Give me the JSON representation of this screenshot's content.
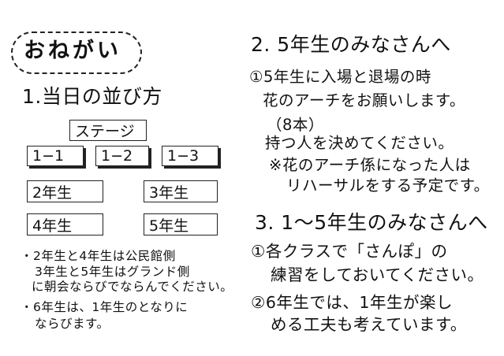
{
  "title": "おねがい",
  "section1": {
    "heading": "1.当日の並び方",
    "stage_label": "ステージ",
    "classes_row1": [
      "1−1",
      "1−2",
      "1−3"
    ],
    "grades_row2": [
      "2年生",
      "3年生"
    ],
    "grades_row3": [
      "4年生",
      "5年生"
    ],
    "notes": [
      "・2年生と4年生は公民館側",
      "3年生と5年生はグランド側",
      "に朝会ならびでならんでください。",
      "・6年生は、1年生のとなりに",
      "ならびます。"
    ]
  },
  "section2": {
    "heading": "2. 5年生のみなさんへ",
    "item_lines": [
      "①5年生に入場と退場の時",
      "花のアーチをお願いします。",
      "（8本）",
      "持つ人を決めてください。",
      "※花のアーチ係になった人は",
      "リハーサルをする予定です。"
    ]
  },
  "section3": {
    "heading": "3. 1〜5年生のみなさんへ",
    "item_lines": [
      "①各クラスで「さんぽ」の",
      "練習をしておいてください。",
      "②6年生では、1年生が楽し",
      "める工夫も考えています。"
    ]
  }
}
